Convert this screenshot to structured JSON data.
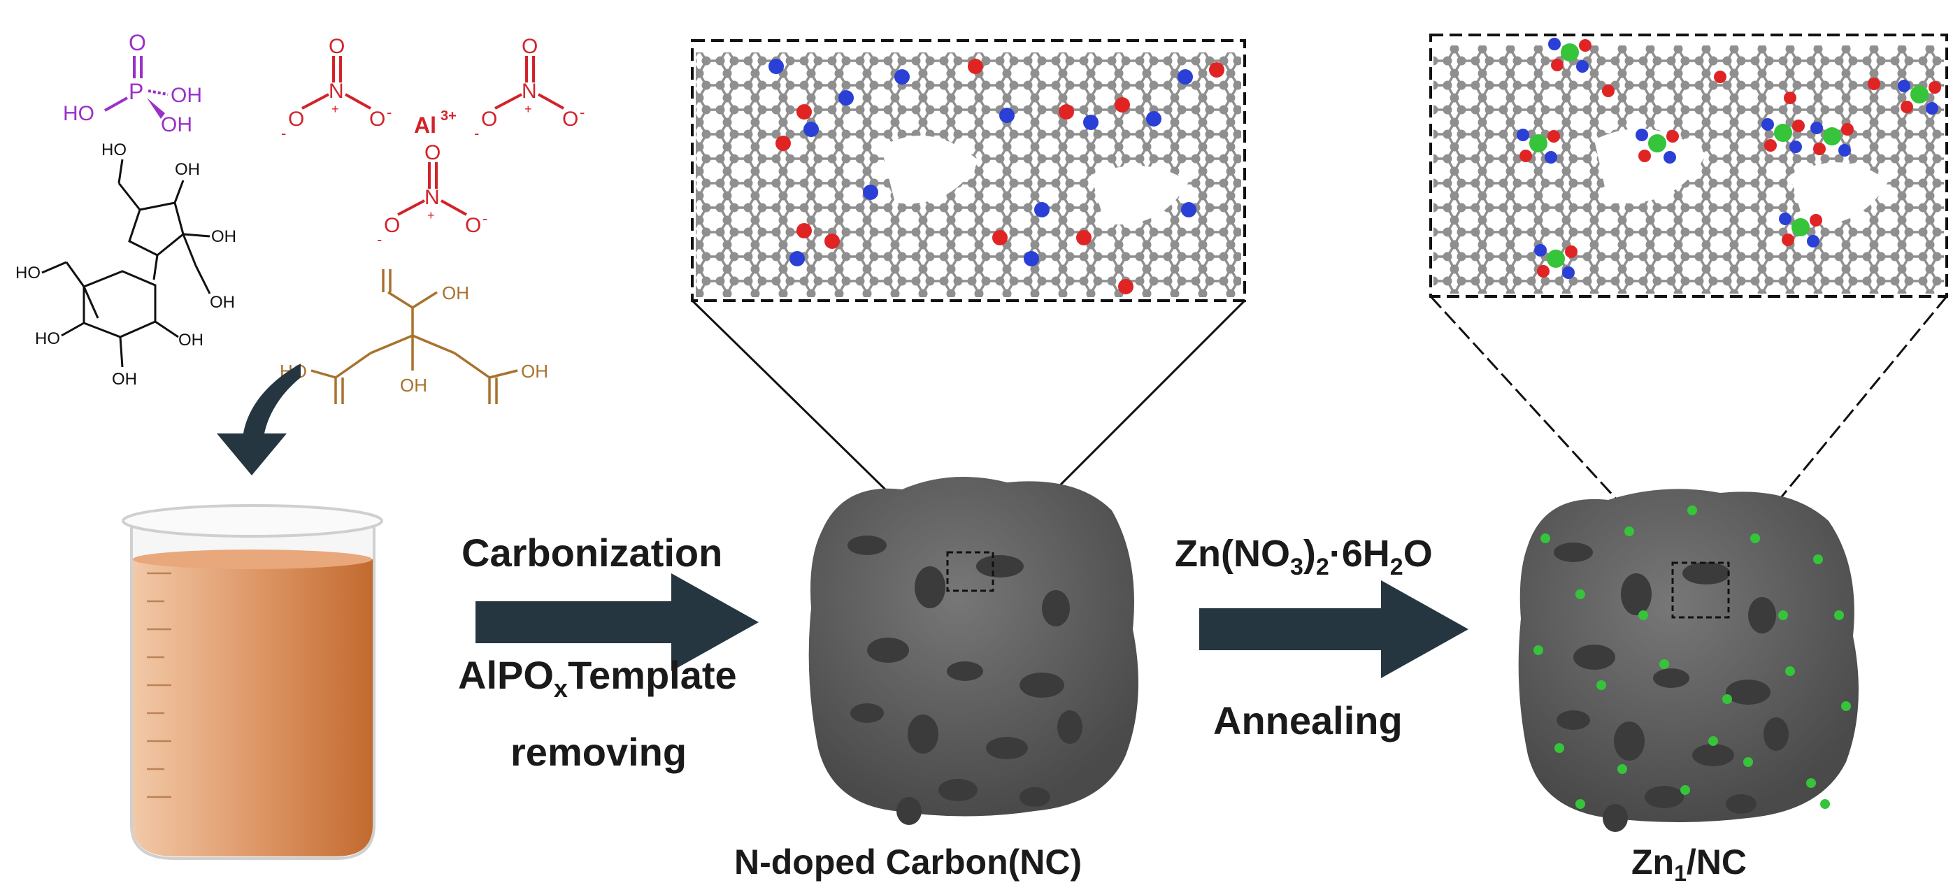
{
  "colors": {
    "phosphoric": "#9b30c8",
    "nitrate": "#d2232a",
    "citric": "#a8722e",
    "sucrose": "#111111",
    "arrow": "#253640",
    "carbon_atom": "#8f8f8f",
    "oxygen_atom": "#e02424",
    "nitrogen_atom": "#2a3fd6",
    "zinc_atom": "#35c43a",
    "carbon_body": "#5f5f5f",
    "beaker_liquid": "#d9895a"
  },
  "chemicals": {
    "phosphoric_acid": {
      "o": "O",
      "p": "P",
      "ho": "HO",
      "oh1": "OH",
      "oh2": "OH"
    },
    "nitrate": {
      "n": "N",
      "o": "O",
      "minus": "-",
      "plus": "+"
    },
    "aluminium_ion": {
      "symbol": "Al",
      "charge": "3+"
    },
    "citric_acid": {
      "oh_top": "OH",
      "ho_left": "HO",
      "oh_right": "OH",
      "oh_center": "OH"
    },
    "sucrose": {
      "ho": "HO",
      "oh": "OH"
    }
  },
  "step1": {
    "line1": "Carbonization",
    "line2_main": "AlPO",
    "line2_sub": "x",
    "line2_rest": "Template",
    "line3": "removing"
  },
  "step2": {
    "p1": "Zn(NO",
    "s1": "3",
    "p2": ")",
    "s2": "2",
    "p3": "·6H",
    "s3": "2",
    "p4": "O",
    "line2": "Annealing"
  },
  "product1": {
    "label": "N-doped Carbon(NC)"
  },
  "product2": {
    "main": "Zn",
    "sub": "1",
    "rest": "/NC"
  }
}
